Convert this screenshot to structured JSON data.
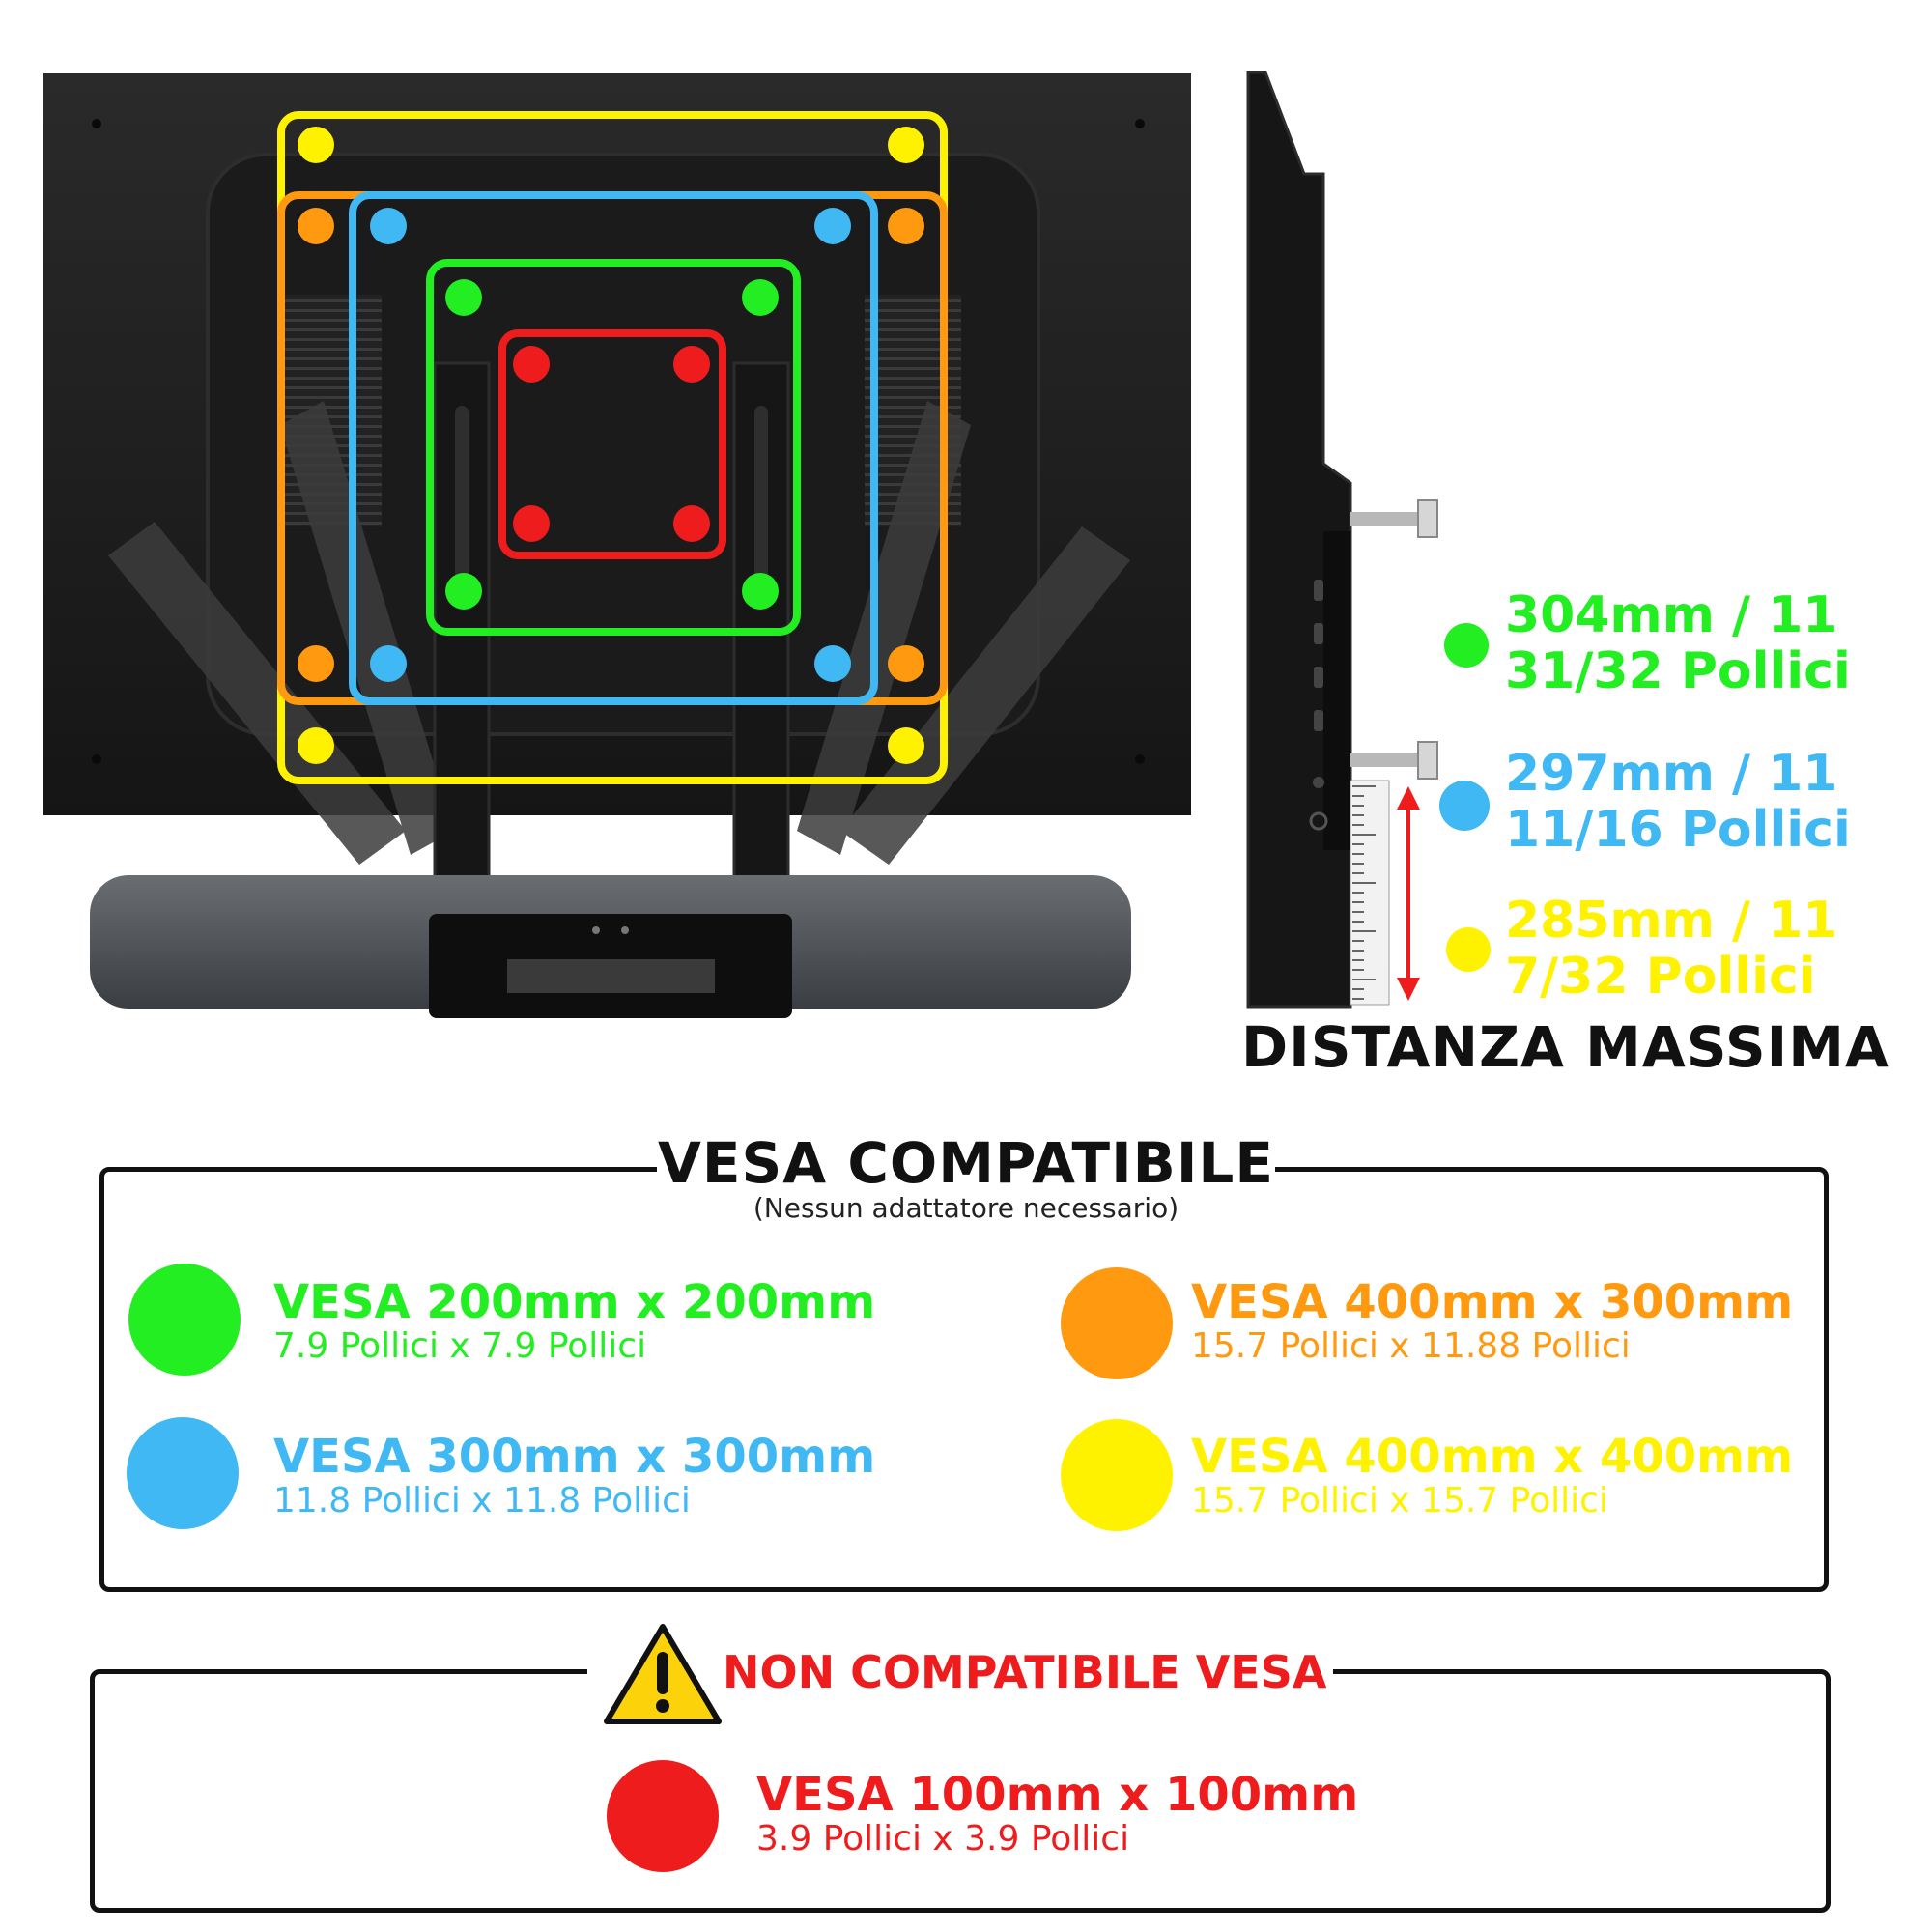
{
  "colors": {
    "green": "#22ee22",
    "blue": "#3fb8f4",
    "orange": "#ff9a10",
    "yellow": "#fff200",
    "red": "#ee1c1c"
  },
  "side": {
    "distances": [
      {
        "line1": "304mm / 11",
        "line2": "31/32 Pollici",
        "color": "#22ee22"
      },
      {
        "line1": "297mm / 11",
        "line2": "11/16 Pollici",
        "color": "#3fb8f4"
      },
      {
        "line1": "285mm / 11",
        "line2": "7/32 Pollici",
        "color": "#fff200"
      }
    ],
    "title": "DISTANZA MASSIMA"
  },
  "compatible": {
    "title": "VESA COMPATIBILE",
    "subtitle": "(Nessun adattatore necessario)",
    "items": [
      {
        "main": "VESA 200mm x 200mm",
        "sub": "7.9 Pollici x 7.9 Pollici",
        "color": "#22ee22"
      },
      {
        "main": "VESA 400mm x 300mm",
        "sub": "15.7 Pollici x 11.88 Pollici",
        "color": "#ff9a10"
      },
      {
        "main": "VESA 300mm x 300mm",
        "sub": "11.8 Pollici x 11.8 Pollici",
        "color": "#3fb8f4"
      },
      {
        "main": "VESA 400mm x 400mm",
        "sub": "15.7 Pollici x 15.7 Pollici",
        "color": "#fff200"
      }
    ]
  },
  "not_compatible": {
    "title": "NON COMPATIBILE VESA",
    "item": {
      "main": "VESA 100mm x 100mm",
      "sub": "3.9 Pollici x 3.9 Pollici",
      "color": "#ee1c1c"
    }
  },
  "icons": {
    "warning": "warning-triangle-icon"
  }
}
